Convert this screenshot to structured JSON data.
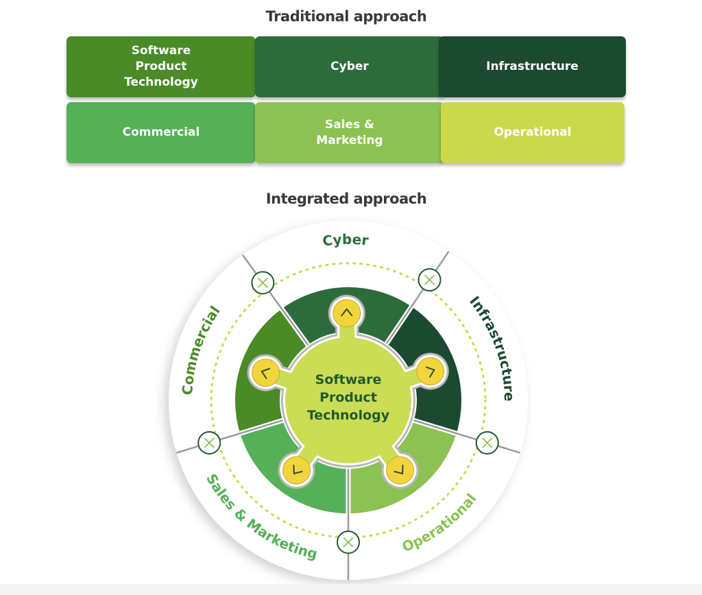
{
  "traditional": {
    "title": "Traditional approach",
    "tiles": [
      {
        "label": "Software\nProduct\nTechnology",
        "color": "#4a8a27"
      },
      {
        "label": "Cyber",
        "color": "#2e6b3c"
      },
      {
        "label": "Infrastructure",
        "color": "#1c4a30"
      },
      {
        "label": "Commercial",
        "color": "#55b058"
      },
      {
        "label": "Sales &\nMarketing",
        "color": "#8cc153"
      },
      {
        "label": "Operational",
        "color": "#cad94c"
      }
    ]
  },
  "integrated": {
    "title": "Integrated approach",
    "center_lines": [
      "Software",
      "Product",
      "Technology"
    ],
    "center_color": "#cbdc55",
    "center_text_color": "#1e5a2e",
    "connector_color": "#f2d53c",
    "dotted_color": "#c8d94a",
    "sectors": [
      {
        "label": "Cyber",
        "color": "#2e6b3c",
        "label_color": "#2e6b3c"
      },
      {
        "label": "Infrastructure",
        "color": "#1c4a30",
        "label_color": "#1c4a30"
      },
      {
        "label": "Operational",
        "color": "#8cc153",
        "label_color": "#8cc153"
      },
      {
        "label": "Sales & Marketing",
        "color": "#55b058",
        "label_color": "#55b058"
      },
      {
        "label": "Commercial",
        "color": "#4a8a27",
        "label_color": "#4a8a27"
      }
    ]
  }
}
